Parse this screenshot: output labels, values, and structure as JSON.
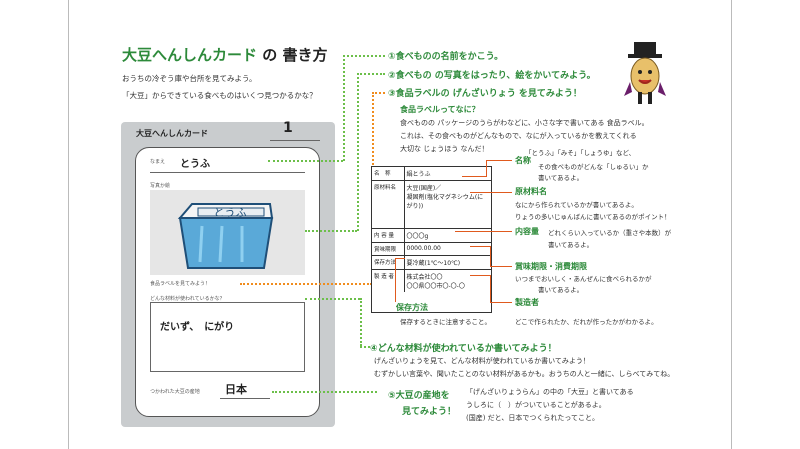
{
  "header": {
    "title_green": "大豆へんしんカード",
    "title_black": "の 書き方",
    "intro_1": "おうちの冷ぞう庫や台所を見てみよう。",
    "intro_2": "「大豆」からできている食べものはいくつ見つかるかな？"
  },
  "card": {
    "title": "大豆へんしんカード",
    "number": "1",
    "name_label": "なまえ",
    "name_value": "とうふ",
    "photo_label": "写真か絵",
    "photo_text": "とうふ",
    "label_prompt": "食品ラベルを見てみよう！",
    "materials_label": "どんな材料が使われているかな？",
    "materials_value": "だいず、　にがり",
    "origin_label": "つかわれた大豆の産地",
    "origin_value": "日本"
  },
  "steps": {
    "s1": "①食べものの名前をかこう。",
    "s2": "②食べもの の写真をはったり、絵をかいてみよう。",
    "s3": "③食品ラベルの げんざいりょう を見てみよう！",
    "s4": "④どんな材料が使われているか書いてみよう！",
    "s5a": "⑤大豆の産地を",
    "s5b": "見てみよう！"
  },
  "label_info": {
    "heading": "食品ラベルってなに？",
    "line1": "食べものの パッケージのうらがわなどに、小さな字で書いてある 食品ラベル。",
    "line2": "これは、その食べものがどんなもので、なにが入っているかを教えてくれる",
    "line3": "大切な じょうほう なんだ！"
  },
  "label_table": {
    "rows": [
      {
        "k": "名　称",
        "v": "絹とうふ"
      },
      {
        "k": "原材料名",
        "v": "大豆(国産)／\n凝固剤(塩化マグネシウム(にがり))"
      },
      {
        "k": "内 容 量",
        "v": "〇〇〇g"
      },
      {
        "k": "賞味期限",
        "v": "0000.00.00"
      },
      {
        "k": "保存方法",
        "v": "要冷蔵(1℃〜10℃)"
      },
      {
        "k": "製 造 者",
        "v": "株式会社〇〇\n〇〇県〇〇市〇-〇-〇"
      }
    ]
  },
  "items": {
    "name_title": "名称",
    "name_txt1": "「とうふ」「みそ」「しょうゆ」など、",
    "name_txt2": "その食べものがどんな「しゅるい」か",
    "name_txt3": "書いてあるよ。",
    "mat_title": "原材料名",
    "mat_txt1": "なにから作られているかが書いてあるよ。",
    "mat_txt2": "りょうの多いじゅんばんに書いてあるのがポイント！",
    "vol_title": "内容量",
    "vol_txt1": "どれくらい入っているか（重さや本数）が",
    "vol_txt2": "書いてあるよ。",
    "date_title": "賞味期限・消費期限",
    "date_txt1": "いつまでおいしく・あんぜんに食べられるかが",
    "date_txt2": "書いてあるよ。",
    "maker_title": "製造者",
    "maker_txt": "どこで作られたか、だれが作ったかがわかるよ。",
    "store_title": "保存方法",
    "store_txt": "保存するときに注意すること。"
  },
  "step4_info": {
    "line1": "げんざいりょうを見て、どんな材料が使われているか書いてみよう！",
    "line2": "むずかしい言葉や、聞いたことのない材料があるかも。おうちの人と一緒に、しらべてみてね。"
  },
  "step5_info": {
    "line1": "「げんざいりょうらん」の中の「大豆」と書いてある",
    "line2": "うしろに（　）がついていることがあるよ。",
    "line3": "(国産) だと、日本でつくられたってこと。"
  },
  "colors": {
    "accent_green": "#2d8a3a",
    "dot_green": "#6cbf4a",
    "dot_orange": "#f08c1e",
    "callout_red": "#e05a1e",
    "card_gray": "#c9ccce",
    "tofu_blue": "#5aa9d8"
  }
}
